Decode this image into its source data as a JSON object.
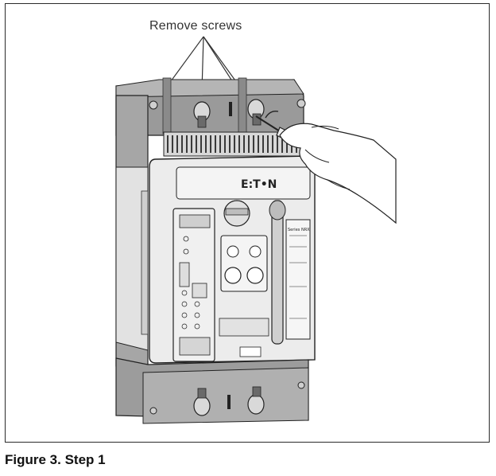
{
  "figure": {
    "callout_label": "Remove screws",
    "brand_name": "E:T•N",
    "caption": "Figure 3. Step 1",
    "series_label": "Series NRX"
  },
  "colors": {
    "frame": "#2a2a2a",
    "housing_dark": "#8c8c8c",
    "housing_mid": "#a9a9a9",
    "cover": "#e6e6e6",
    "line": "#222222"
  },
  "icons": [
    "screw-icon",
    "hand-with-screwdriver"
  ]
}
